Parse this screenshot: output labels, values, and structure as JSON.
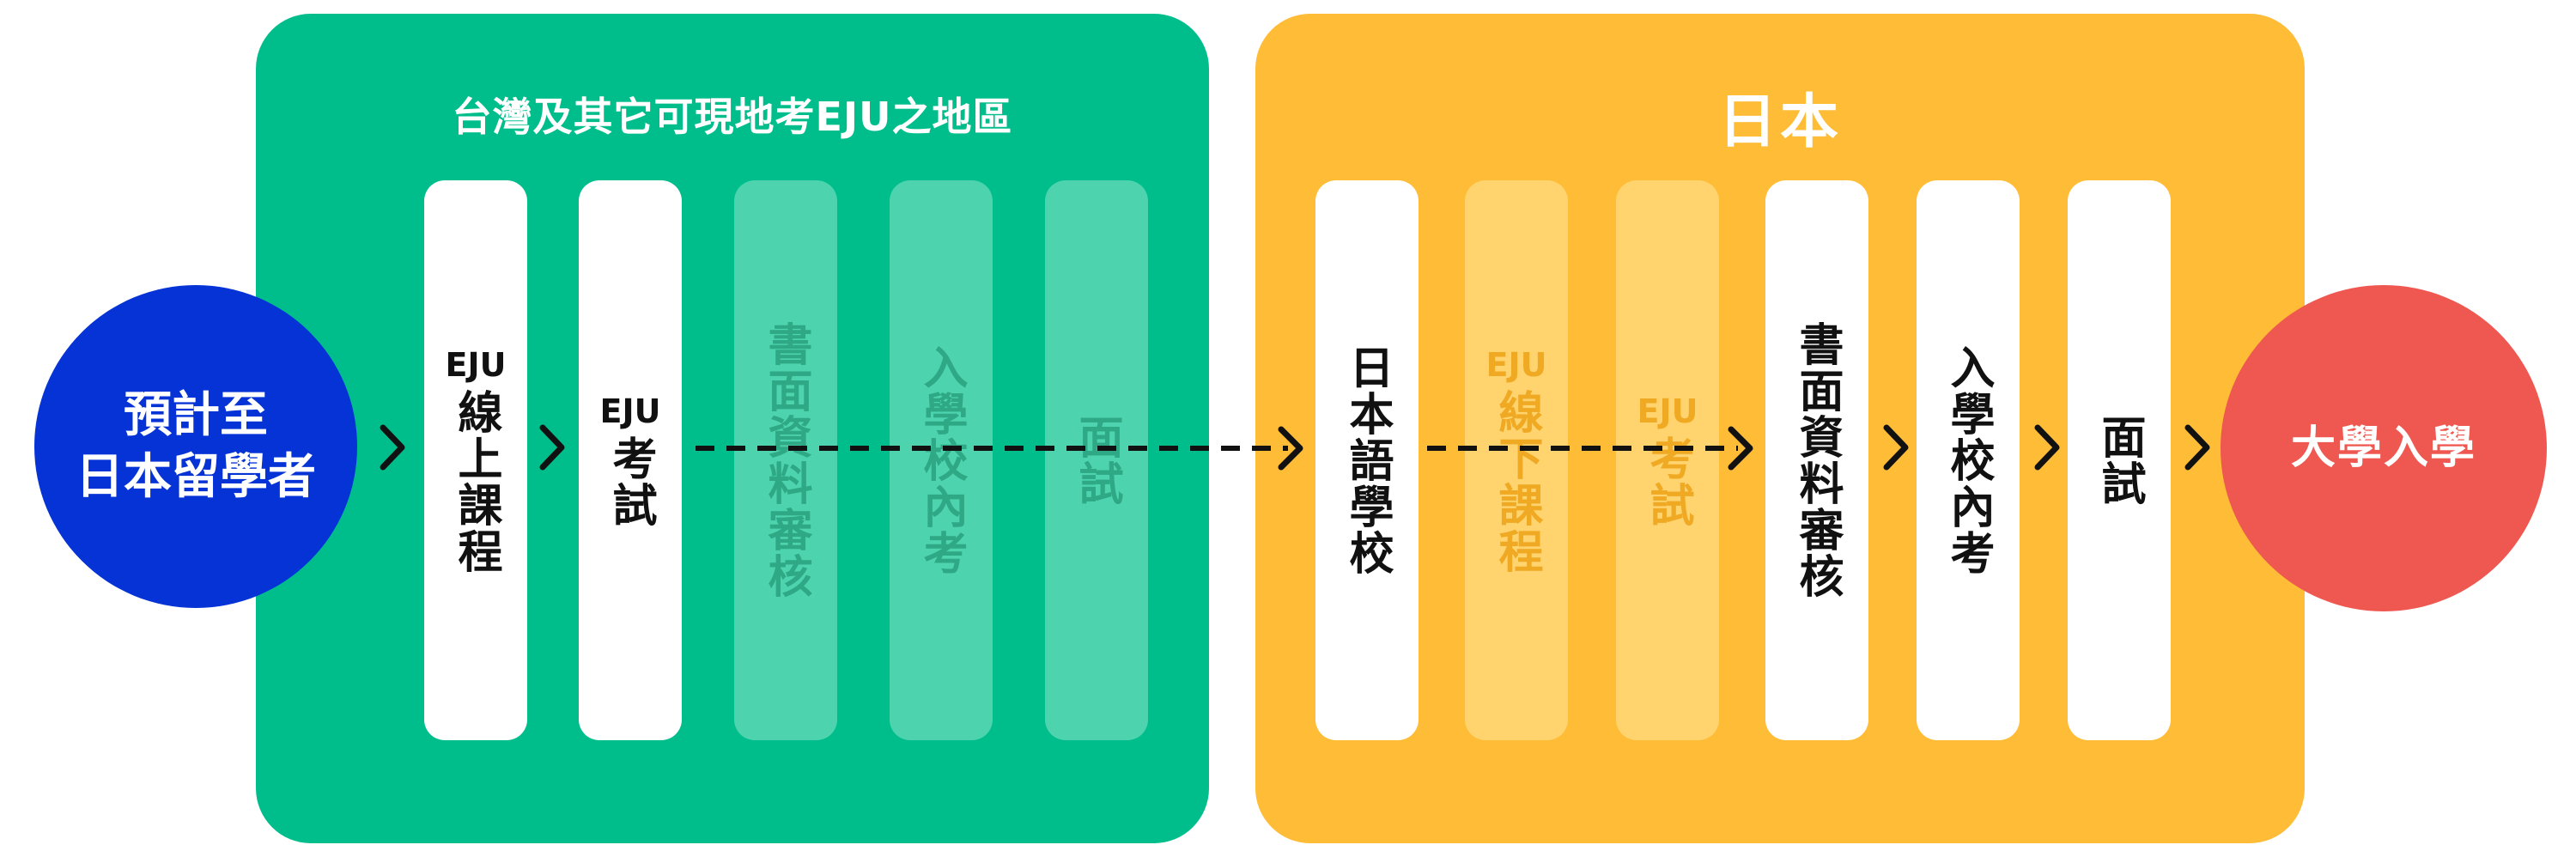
{
  "colors": {
    "green_region": "#00be8b",
    "yellow_region": "#ffbc37",
    "start_circle": "#0533d6",
    "end_circle": "#ef5851",
    "arrow": "#111111"
  },
  "start": {
    "line1": "預計至",
    "line2": "日本留學者"
  },
  "end": {
    "label": "大學入學"
  },
  "regions": {
    "taiwan": {
      "title": "台灣及其它可現地考EJU之地區"
    },
    "japan": {
      "title": "日本"
    }
  },
  "steps": {
    "taiwan": [
      {
        "eju": "EJU",
        "label": "線上課程",
        "state": "active"
      },
      {
        "eju": "EJU",
        "label": "考試",
        "state": "active"
      },
      {
        "eju": "",
        "label": "書面資料審核",
        "state": "dim"
      },
      {
        "eju": "",
        "label": "入學校內考",
        "state": "dim"
      },
      {
        "eju": "",
        "label": "面試",
        "state": "dim"
      }
    ],
    "japan": [
      {
        "eju": "",
        "label": "日本語學校",
        "state": "active"
      },
      {
        "eju": "EJU",
        "label": "線下課程",
        "state": "dim"
      },
      {
        "eju": "EJU",
        "label": "考試",
        "state": "dim"
      },
      {
        "eju": "",
        "label": "書面資料審核",
        "state": "active"
      },
      {
        "eju": "",
        "label": "入學校內考",
        "state": "active"
      },
      {
        "eju": "",
        "label": "面試",
        "state": "active"
      }
    ]
  }
}
